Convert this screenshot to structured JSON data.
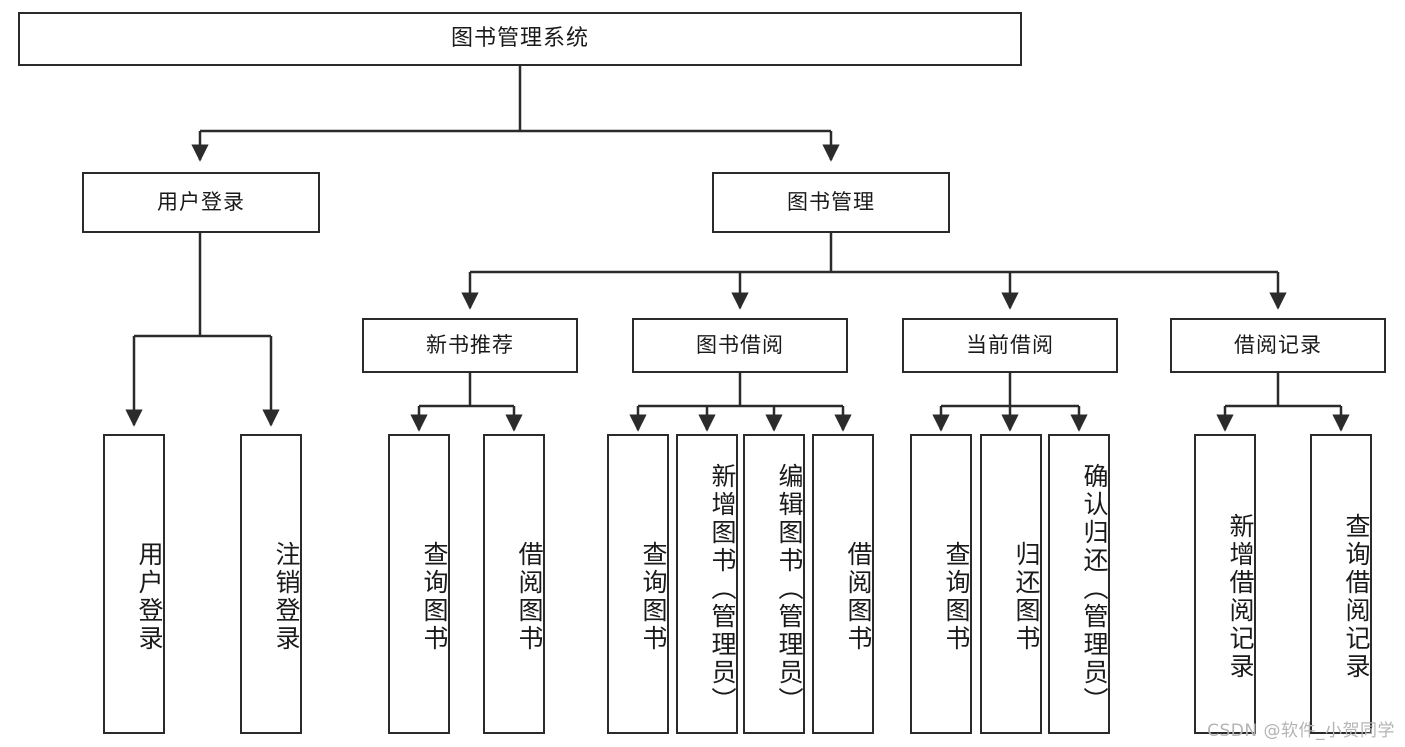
{
  "diagram": {
    "title": "图书管理系统",
    "type": "tree",
    "watermark": "CSDN @软件_小贺同学",
    "line_color": "#2b2b2b",
    "box_fill": "#ffffff",
    "text_color": "#1a1a1a",
    "watermark_color": "#b4b4b4",
    "root": {
      "label": "图书管理系统"
    },
    "level1": [
      {
        "label": "用户登录"
      },
      {
        "label": "图书管理"
      }
    ],
    "level2": [
      {
        "label": "新书推荐"
      },
      {
        "label": "图书借阅"
      },
      {
        "label": "当前借阅"
      },
      {
        "label": "借阅记录"
      }
    ],
    "leaves": {
      "user_login": [
        {
          "label": "用户登录"
        },
        {
          "label": "注销登录"
        }
      ],
      "new_book": [
        {
          "label": "查询图书"
        },
        {
          "label": "借阅图书"
        }
      ],
      "book_borrow": [
        {
          "label": "查询图书"
        },
        {
          "label": "新增图书（管理员）"
        },
        {
          "label": "编辑图书（管理员）"
        },
        {
          "label": "借阅图书"
        }
      ],
      "current_borrow": [
        {
          "label": "查询图书"
        },
        {
          "label": "归还图书"
        },
        {
          "label": "确认归还（管理员）"
        }
      ],
      "borrow_record": [
        {
          "label": "新增借阅记录"
        },
        {
          "label": "查询借阅记录"
        }
      ]
    }
  }
}
